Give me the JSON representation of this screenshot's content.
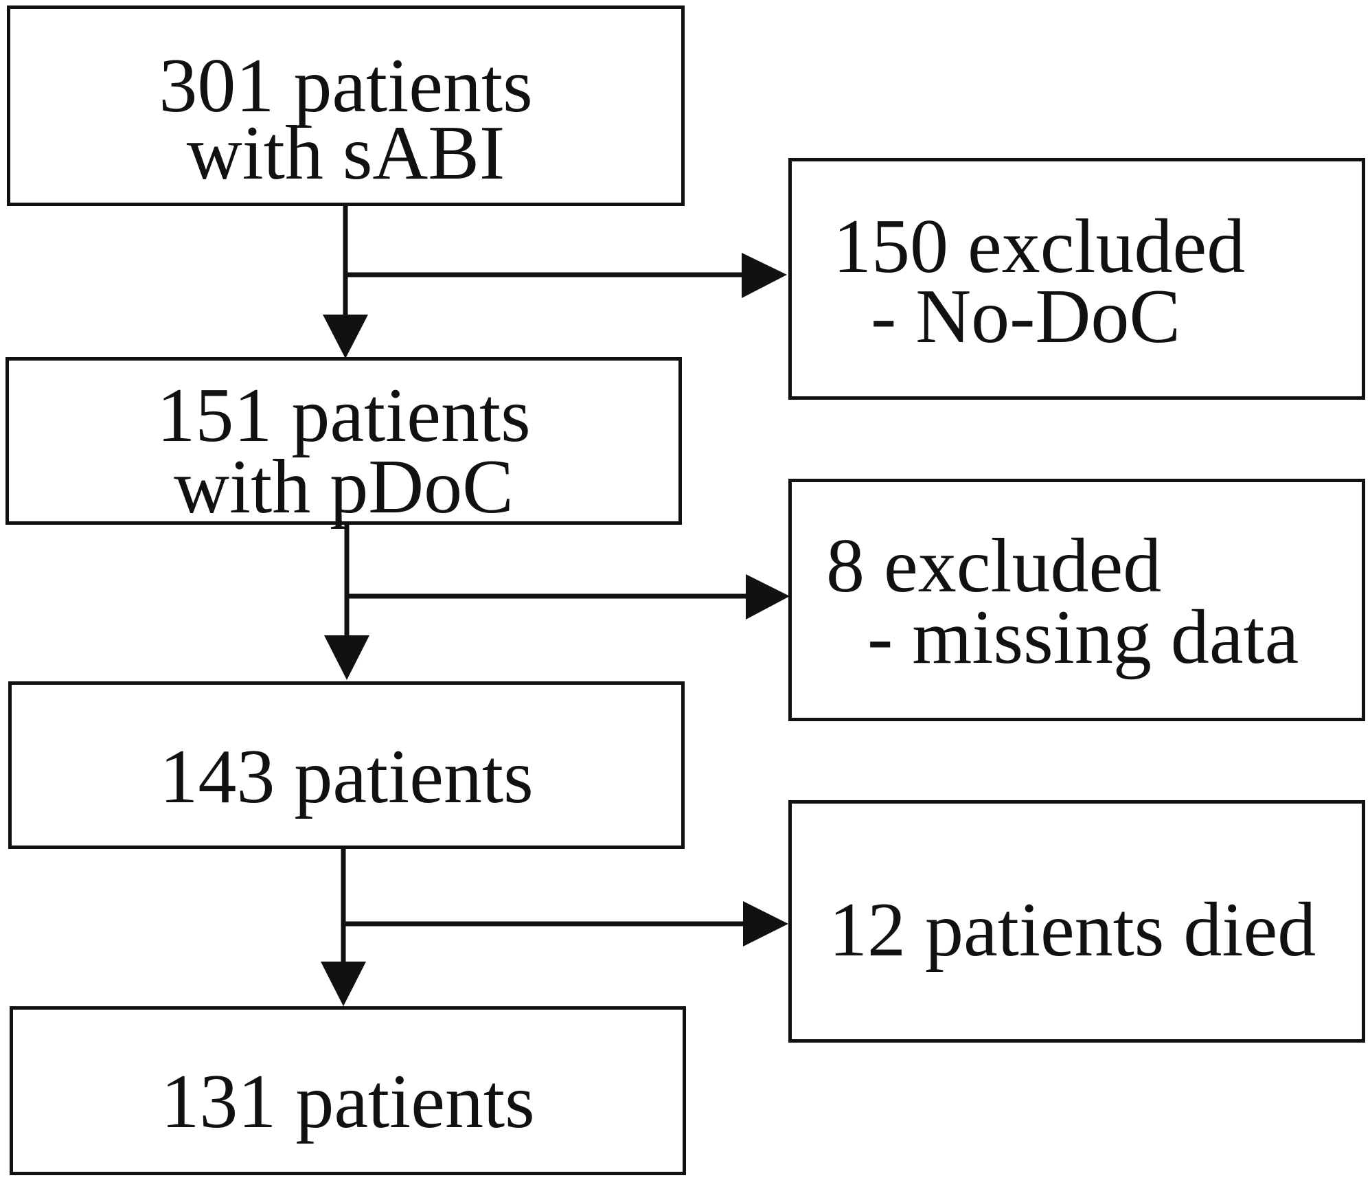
{
  "flow": {
    "main": [
      {
        "lines": [
          "301 patients",
          "with sABI"
        ]
      },
      {
        "lines": [
          "151 patients",
          "with pDoC"
        ]
      },
      {
        "lines": [
          "143 patients"
        ]
      },
      {
        "lines": [
          "131 patients"
        ]
      }
    ],
    "side": [
      {
        "lines": [
          "150 excluded",
          "- No-DoC"
        ]
      },
      {
        "lines": [
          "8 excluded",
          "- missing data"
        ]
      },
      {
        "lines": [
          "12 patients died"
        ]
      }
    ]
  }
}
